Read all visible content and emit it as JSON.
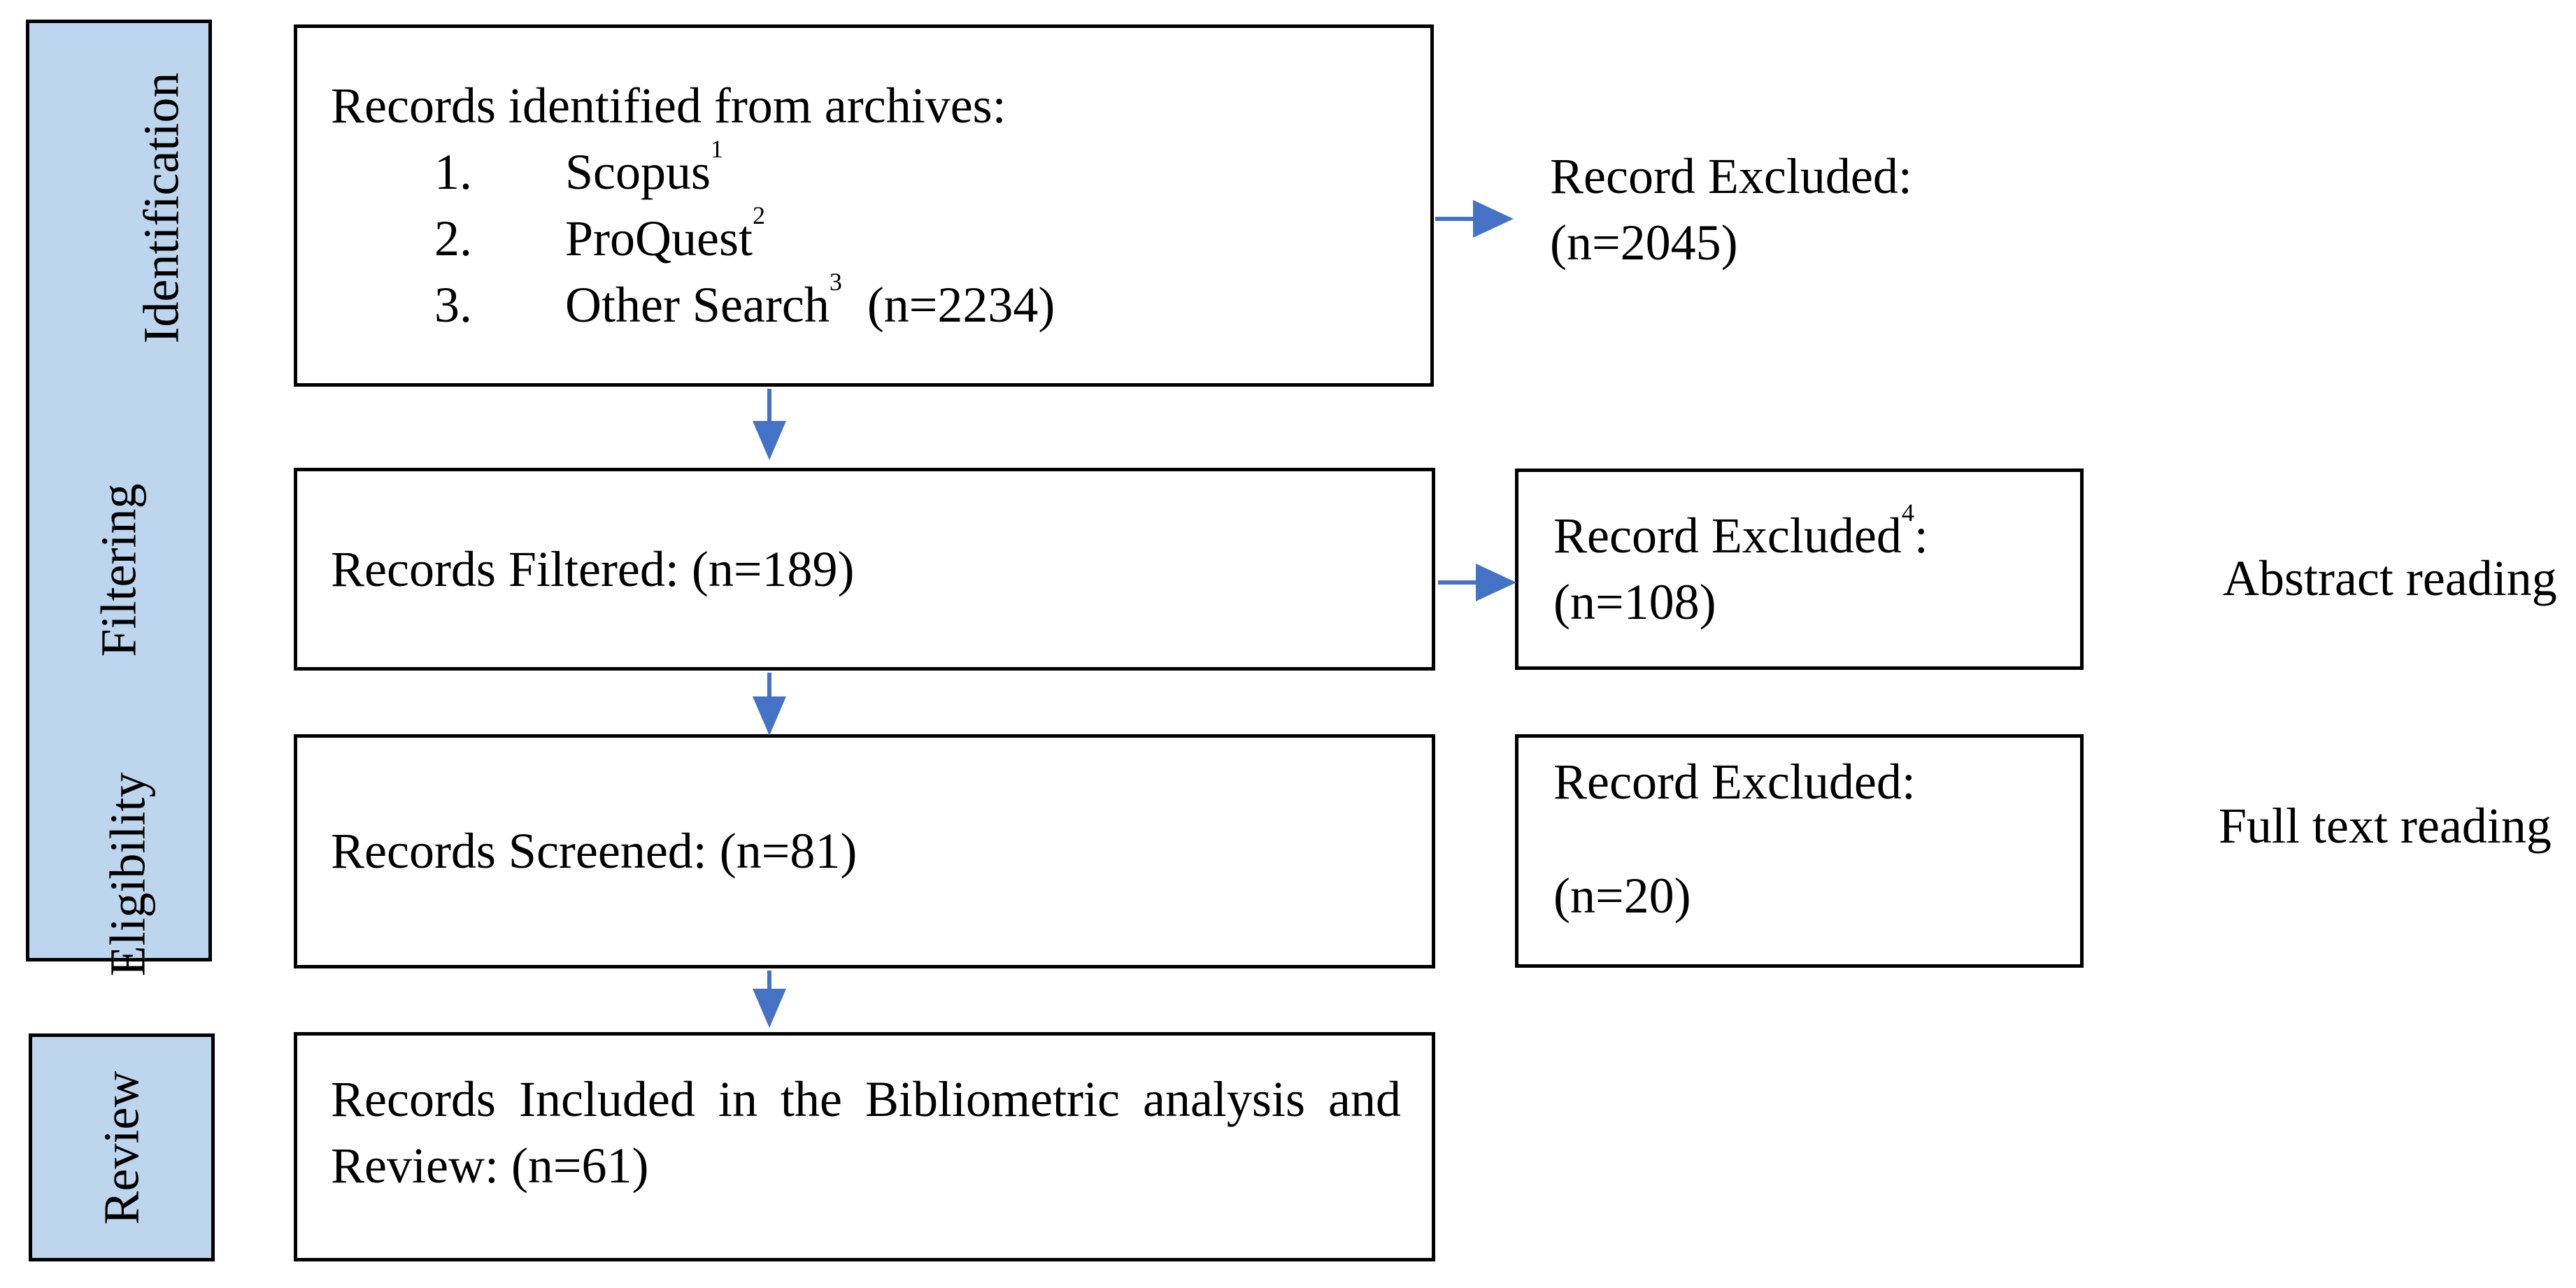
{
  "colors": {
    "sidebar_fill": "#BDD6EE",
    "arrow_blue": "#4472C4",
    "box_border": "#000000"
  },
  "sidebar": {
    "stage_labels": [
      {
        "label": "Identification"
      },
      {
        "label": "Filtering"
      },
      {
        "label": "Eligibility"
      }
    ],
    "review": {
      "label": "Review"
    }
  },
  "boxes": {
    "identified": {
      "title": "Records identified from archives:",
      "items": [
        {
          "num": "1.",
          "name": "Scopus",
          "sup": "1",
          "tail": ""
        },
        {
          "num": "2.",
          "name": "ProQuest",
          "sup": "2",
          "tail": ""
        },
        {
          "num": "3.",
          "name": "Other Search",
          "sup": "3",
          "tail": "  (n=2234)"
        }
      ]
    },
    "filtered": {
      "label": "Records Filtered: (n=189)"
    },
    "screened": {
      "label": "Records Screened: (n=81)"
    },
    "included": {
      "label": "Records Included in the Bibliometric analysis and Review: (n=61)"
    }
  },
  "exclusions": {
    "identification": {
      "pre": "Record Excluded",
      "sup": "",
      "post": ":",
      "count": "(n=2045)"
    },
    "filtering": {
      "pre": "Record Excluded",
      "sup": "4",
      "post": ":",
      "count": "(n=108)"
    },
    "eligibility": {
      "pre": "Record Excluded",
      "sup": "",
      "post": ":",
      "count": "(n=20)"
    }
  },
  "notes": {
    "abstract": "Abstract reading",
    "fulltext": "Full text reading"
  }
}
